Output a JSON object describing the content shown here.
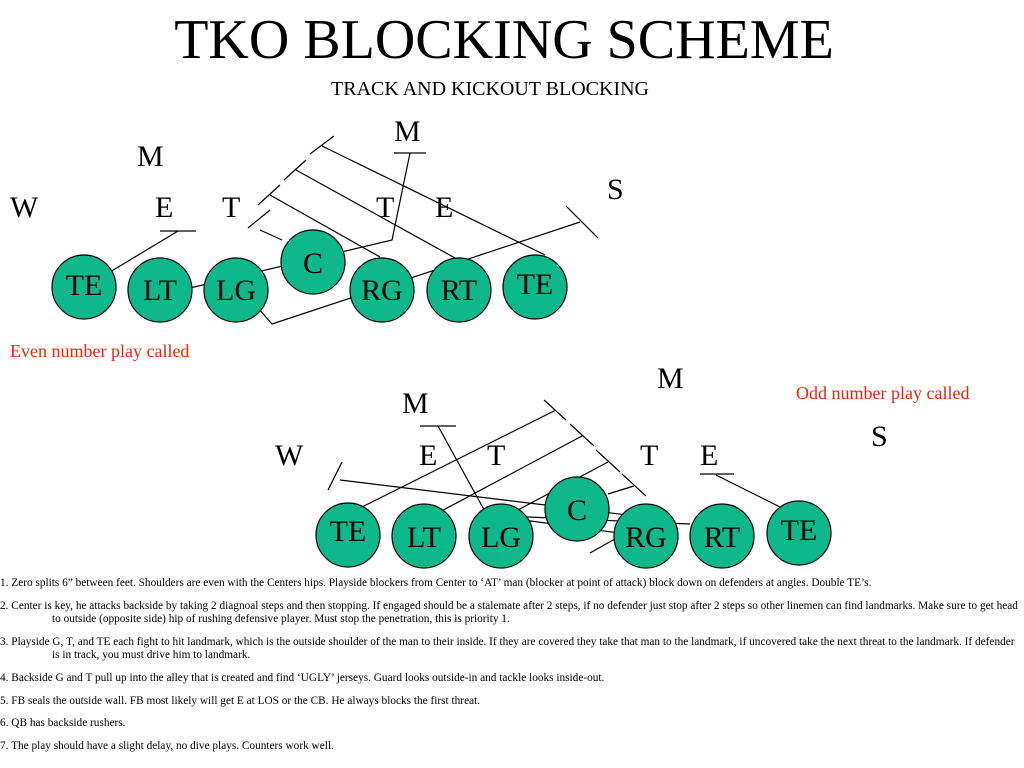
{
  "title": "TKO BLOCKING SCHEME",
  "subtitle": "TRACK AND KICKOUT BLOCKING",
  "formation_even": {
    "caption": "Even number play called",
    "linemen": [
      "TE",
      "LT",
      "LG",
      "C",
      "RG",
      "RT",
      "TE"
    ],
    "defenders": [
      "M",
      "M",
      "W",
      "E",
      "T",
      "T",
      "E",
      "S"
    ]
  },
  "formation_odd": {
    "caption": "Odd number play called",
    "linemen": [
      "TE",
      "LT",
      "LG",
      "C",
      "RG",
      "RT",
      "TE"
    ],
    "defenders": [
      "M",
      "M",
      "W",
      "E",
      "T",
      "T",
      "E",
      "S"
    ]
  },
  "colors": {
    "player_fill": "#0fb88a",
    "caption_red": "#e8240c"
  },
  "notes": [
    "1. Zero splits 6” between feet. Shoulders are even with the Centers hips.  Playside blockers from Center to ‘AT’ man (blocker at point of attack) block down on defenders at angles.  Double TE’s.",
    "2. Center is key, he attacks backside by taking 2 diagnoal steps and then stopping.  If engaged should be a stalemate after 2 steps, if no defender just stop after 2 steps so other linemen can find landmarks.  Make sure to get head to outside (opposite side) hip of rushing defensive player.  Must stop the penetration, this is priority 1.",
    "3. Playside G, T, and TE each fight to hit landmark, which is the outside shoulder of the man to their inside.  If they are covered they take that man to the landmark, if uncovered take the next threat to the landmark.  If defender is in track, you must drive him to landmark.",
    "4. Backside G and T pull up into the alley that is created and find ‘UGLY’ jerseys.  Guard looks outside-in and tackle looks inside-out.",
    "5. FB seals the outside wall.  FB most likely will get E at LOS or the CB.  He always blocks the first threat.",
    "6. QB has backside rushers.",
    "7. The play should have a slight delay, no dive plays.  Counters work well."
  ]
}
